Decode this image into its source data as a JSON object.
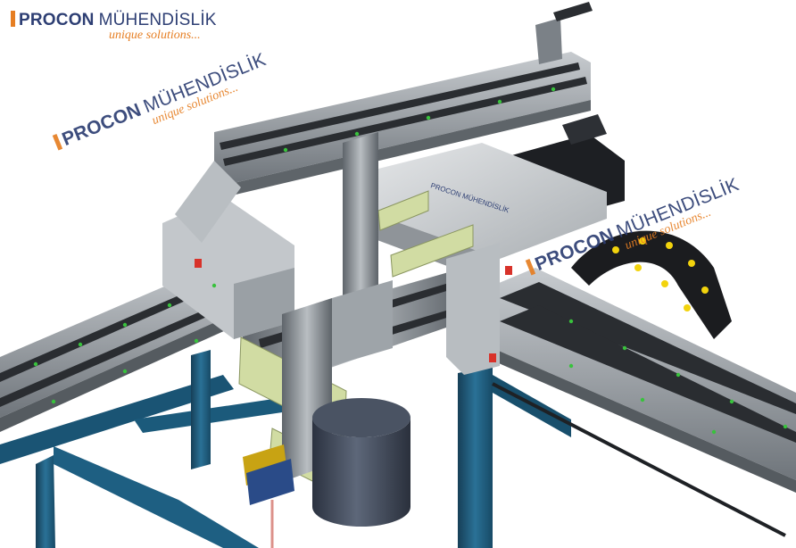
{
  "logos": {
    "top": {
      "brand": "PROCON",
      "sub": "MÜHENDİSLİK",
      "tag": "unique solutions..."
    },
    "left": {
      "brand": "PROCON",
      "sub": "MÜHENDİSLİK",
      "tag": "unique solutions..."
    },
    "right": {
      "brand": "PROCON",
      "sub": "MÜHENDİSLİK",
      "tag": "unique solutions..."
    }
  },
  "carriage_plate_label": "PROCON MÜHENDİSLİK",
  "colors": {
    "frame": "#1d5e7c",
    "rail": "#9ea3a8",
    "rail_dark": "#2a2d31",
    "plate": "#c9cdd0",
    "bracket": "#cfd9a0",
    "drum": "#3f4859",
    "brand_blue": "#2d3e73",
    "brand_orange": "#e67e22"
  }
}
